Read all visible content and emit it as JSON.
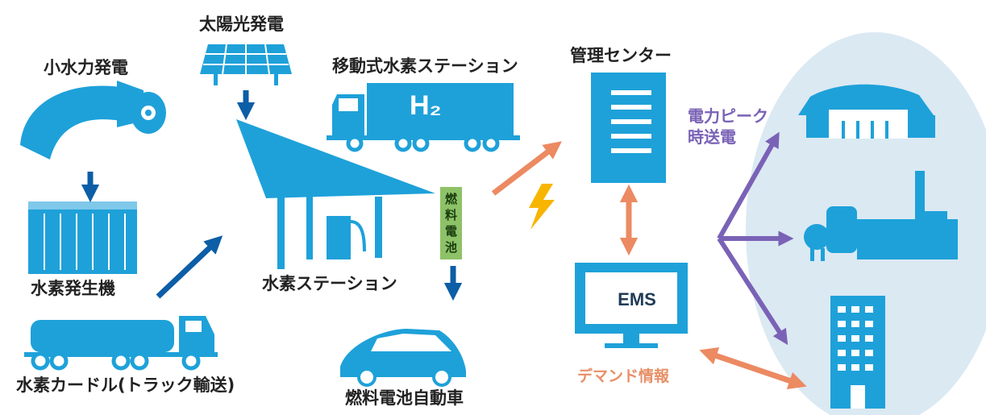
{
  "colors": {
    "primary": "#1ea1d9",
    "arrow_blue": "#0c5ea6",
    "arrow_orange": "#ec8a62",
    "arrow_purple": "#7a62b6",
    "fuel_cell_green": "#8dc268",
    "lightning": "#f7b500",
    "background_ellipse": "#dbe9f3"
  },
  "labels": {
    "solar": "太陽光発電",
    "hydro": "小水力発電",
    "mobile_station": "移動式水素ステーション",
    "h2_logo": "H₂",
    "management_center": "管理センター",
    "hydrogen_generator": "水素発生機",
    "hydrogen_station": "水素ステーション",
    "fuel_cell": [
      "燃",
      "料",
      "電",
      "池"
    ],
    "fcv": "燃料電池自動車",
    "curdle": "水素カードル(トラック輸送)",
    "ems": "EMS",
    "peak_power": "電力ピーク",
    "peak_power_2": "時送電",
    "demand_info": "デマンド情報"
  },
  "icons": [
    "solar-panel-icon",
    "hydro-turbine-icon",
    "hydrogen-generator-icon",
    "curdle-truck-icon",
    "hydrogen-station-icon",
    "mobile-station-truck-icon",
    "fuel-cell-car-icon",
    "management-building-icon",
    "ems-monitor-icon",
    "stadium-icon",
    "factory-icon",
    "office-building-icon",
    "lightning-icon"
  ]
}
